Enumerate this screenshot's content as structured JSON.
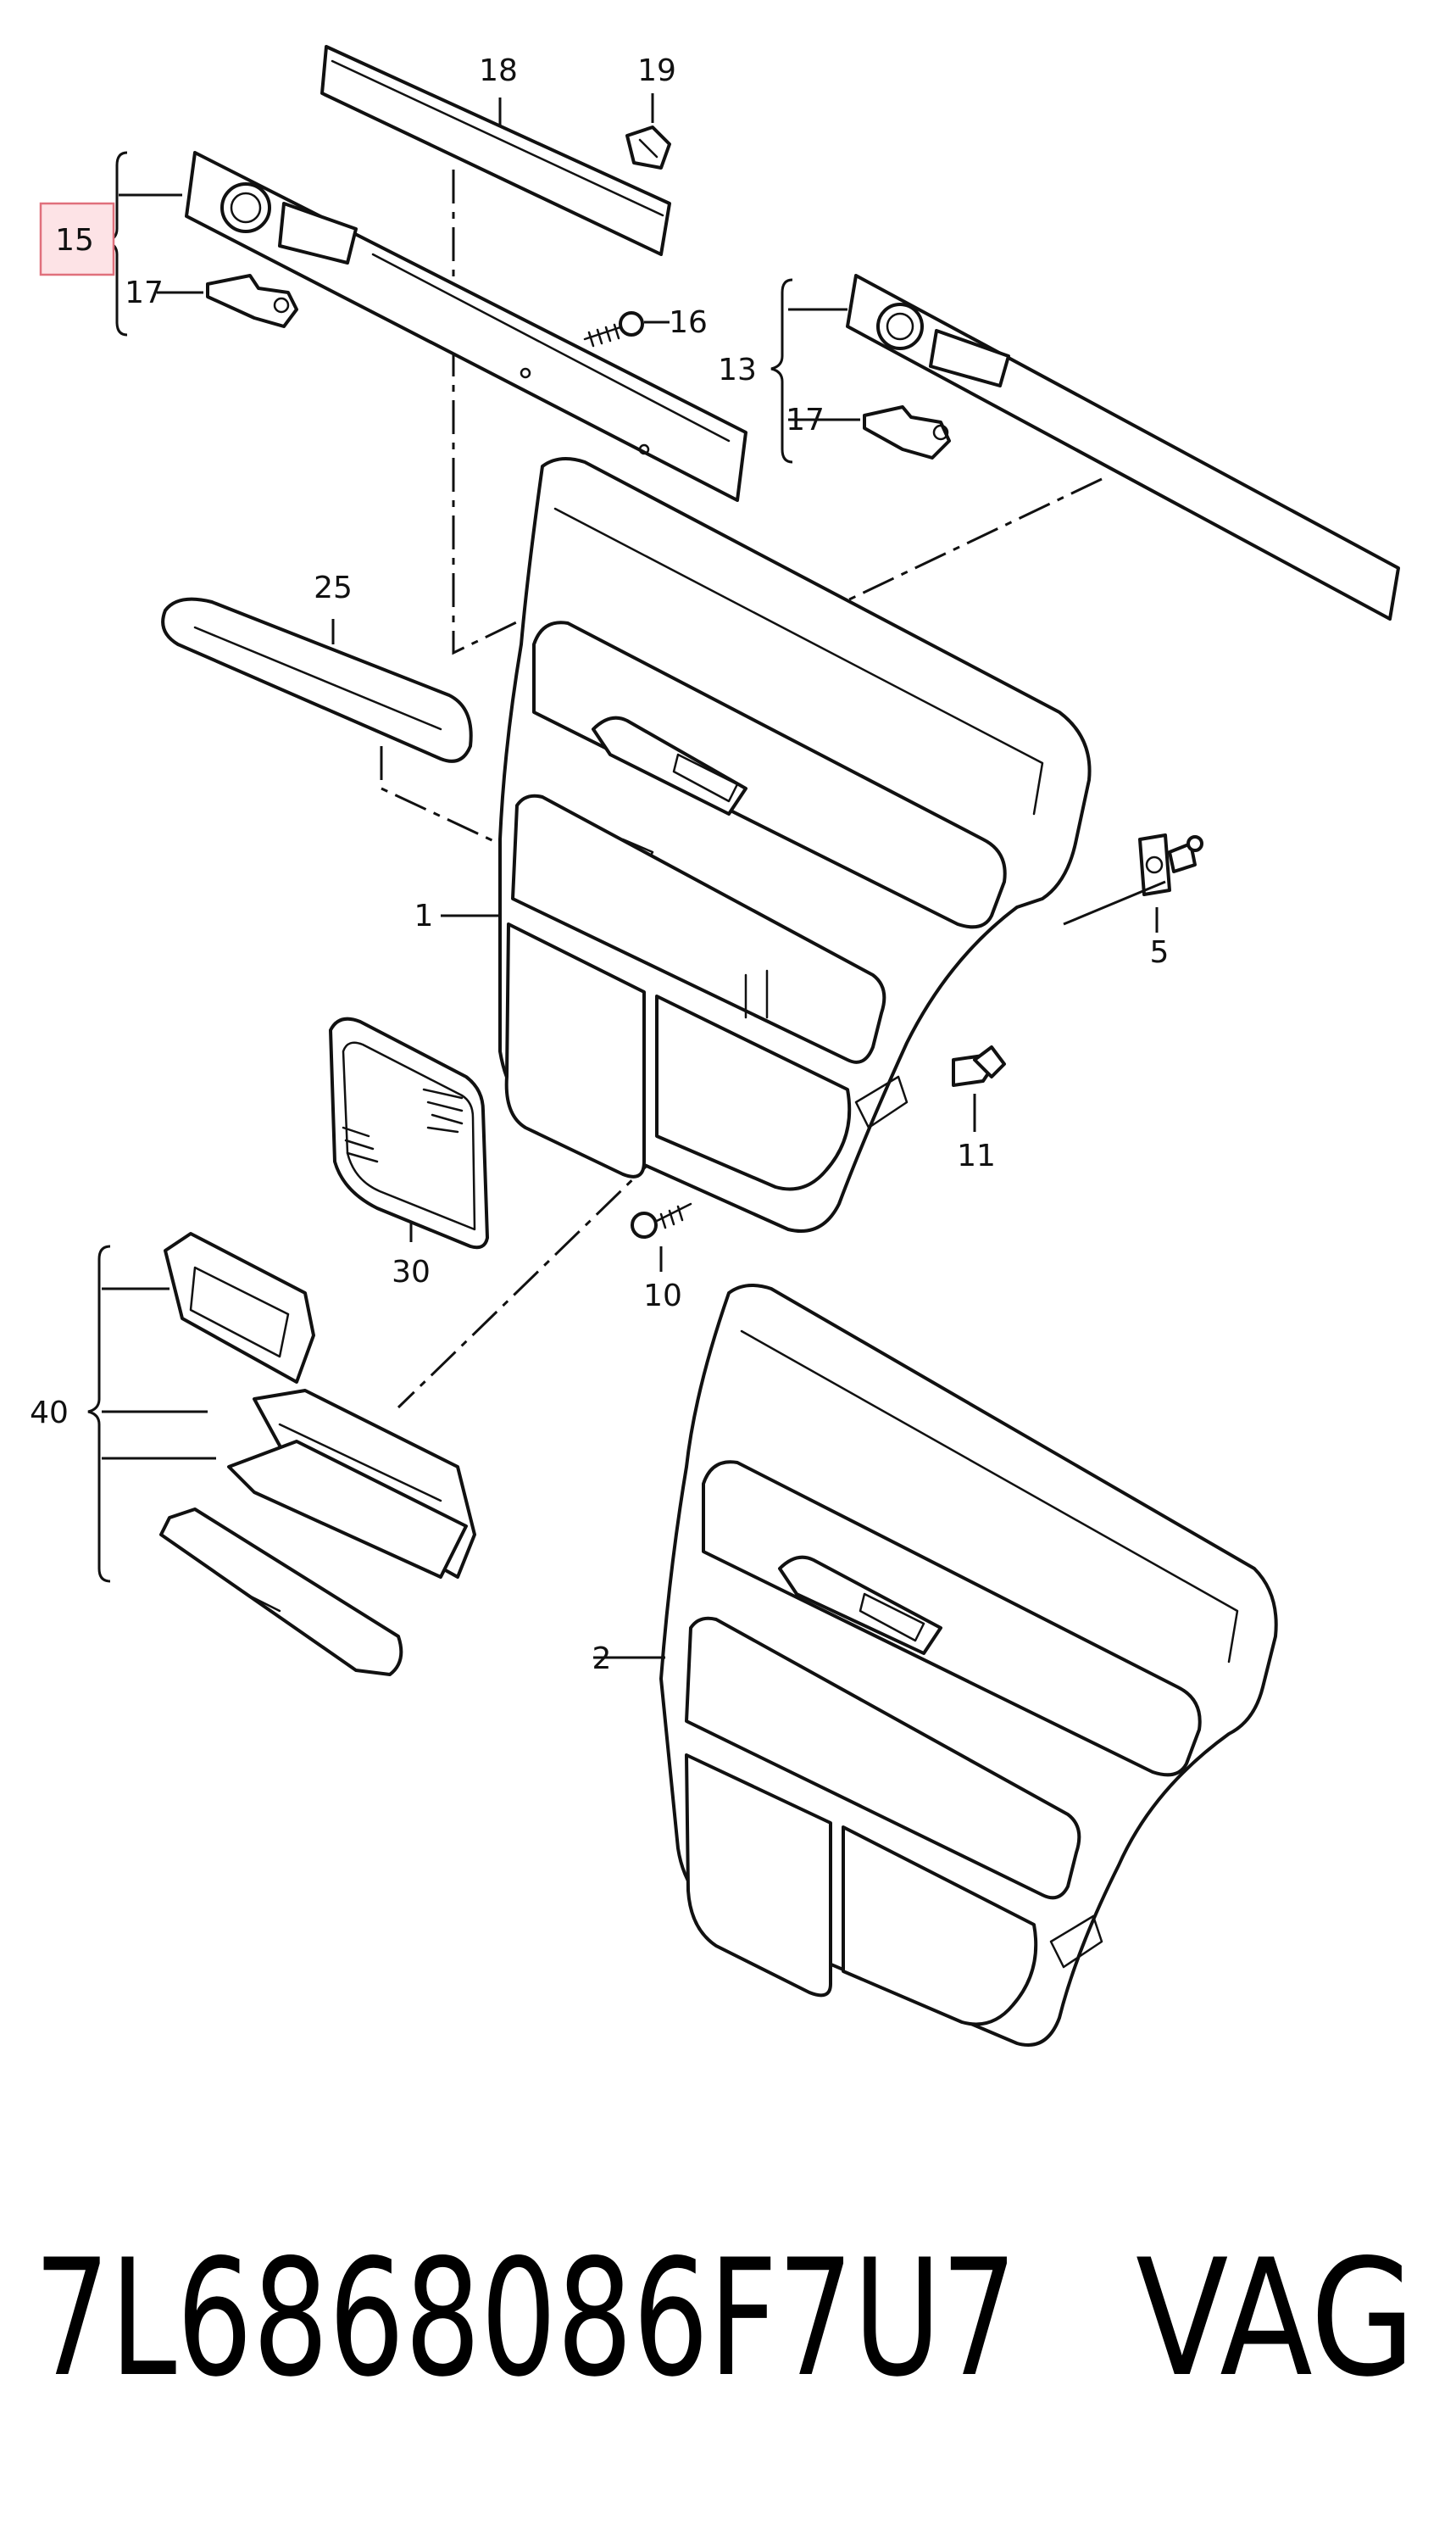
{
  "callouts": {
    "c18": "18",
    "c19": "19",
    "c15": "15",
    "c17a": "17",
    "c16": "16",
    "c13": "13",
    "c17b": "17",
    "c25": "25",
    "c1": "1",
    "c5": "5",
    "c11": "11",
    "c30": "30",
    "c10": "10",
    "c40": "40",
    "c2": "2"
  },
  "footer": {
    "part_number": "7L6868086F7U7",
    "brand": "VAG"
  },
  "colors": {
    "highlight_fill": "#fde3e6",
    "highlight_stroke": "#e0707c",
    "line": "#111111"
  }
}
